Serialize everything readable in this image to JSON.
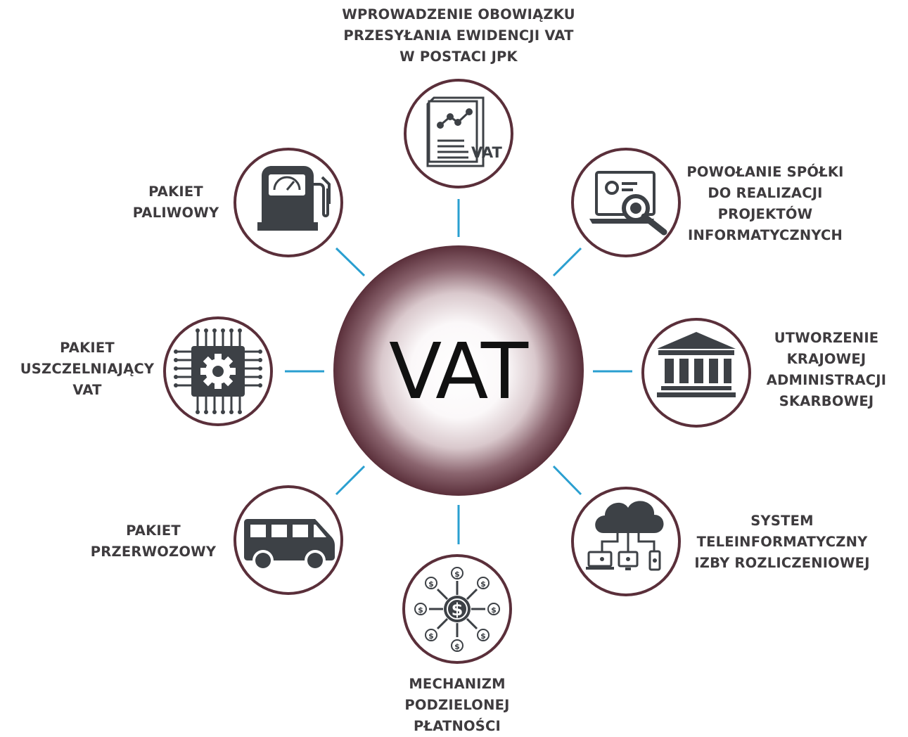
{
  "center": {
    "label": "VAT"
  },
  "nodes": [
    {
      "id": "jpk",
      "icon": "vat-document-chart-icon",
      "icon_text": "VAT",
      "lines": [
        "WPROWADZENIE OBOWIĄZKU",
        "PRZESYŁANIA EWIDENCJI VAT",
        "W POSTACI JPK"
      ]
    },
    {
      "id": "spolka",
      "icon": "laptop-magnifier-icon",
      "lines": [
        "POWOŁANIE SPÓŁKI",
        "DO REALIZACJI",
        "PROJEKTÓW",
        "INFORMATYCZNYCH"
      ]
    },
    {
      "id": "kas",
      "icon": "bank-building-icon",
      "lines": [
        "UTWORZENIE",
        "KRAJOWEJ",
        "ADMINISTRACJI",
        "SKARBOWEJ"
      ]
    },
    {
      "id": "system",
      "icon": "cloud-network-icon",
      "lines": [
        "SYSTEM",
        "TELEINFORMATYCZNY",
        "IZBY ROZLICZENIOWEJ"
      ]
    },
    {
      "id": "split",
      "icon": "dollar-network-icon",
      "lines": [
        "MECHANIZM",
        "PODZIELONEJ",
        "PŁATNOŚCI"
      ]
    },
    {
      "id": "przewozowy",
      "icon": "van-icon",
      "lines": [
        "PAKIET",
        "PRZERWOZOWY"
      ]
    },
    {
      "id": "uszczelniajacy",
      "icon": "chip-gear-icon",
      "lines": [
        "PAKIET",
        "USZCZELNIAJĄCY",
        "VAT"
      ]
    },
    {
      "id": "paliwowy",
      "icon": "fuel-pump-icon",
      "lines": [
        "PAKIET",
        "PALIWOWY"
      ]
    }
  ],
  "colors": {
    "ring": "#5a2f3a",
    "connector": "#2a9fd0",
    "icon": "#3d4146",
    "text": "#3e3b3e",
    "center_glow": "#ffffff",
    "center_dark": "#5a2f3a"
  }
}
